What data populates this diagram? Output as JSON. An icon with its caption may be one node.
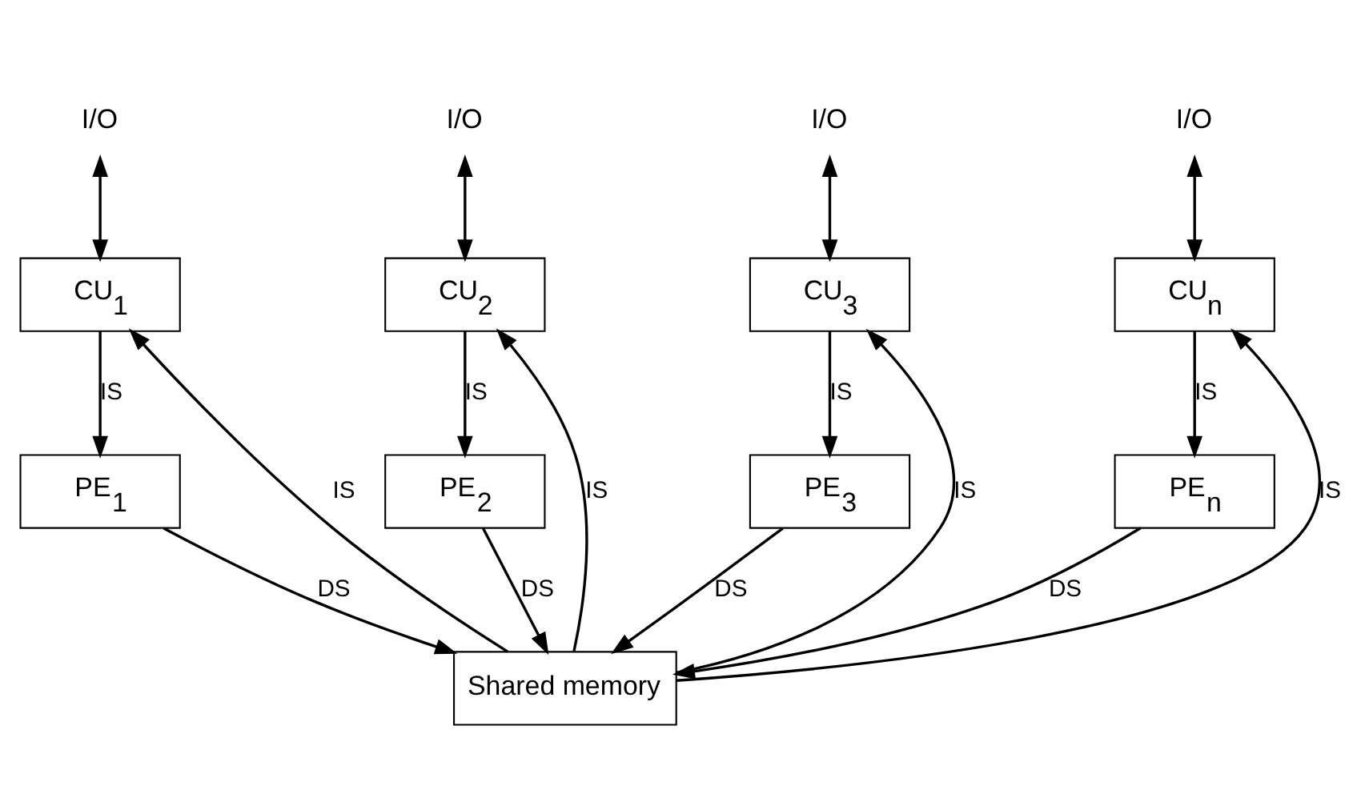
{
  "diagram": {
    "nodes": [
      {
        "text": [
          "I/O"
        ]
      },
      {
        "text": [
          "I/O"
        ]
      },
      {
        "text": [
          "I/O"
        ]
      },
      {
        "text": [
          "I/O"
        ]
      },
      {
        "text": [
          "CU$_{1}$"
        ]
      },
      {
        "text": [
          "CU$_{2}$"
        ]
      },
      {
        "text": [
          "CU$_{3}$"
        ]
      },
      {
        "text": [
          "CU$_{n}$"
        ]
      },
      {
        "text": [
          "PE$_{1}$"
        ]
      },
      {
        "text": [
          "PE$_{2}$"
        ]
      },
      {
        "text": [
          "PE$_{3}$"
        ]
      },
      {
        "text": [
          "PE$_{n}$"
        ]
      },
      {
        "text": [
          "Shared memory"
        ]
      }
    ],
    "edges": [
      {
        "from": 0,
        "to": 4,
        "arrow": "both"
      },
      {
        "from": 1,
        "to": 5,
        "arrow": "both"
      },
      {
        "from": 2,
        "to": 6,
        "arrow": "both"
      },
      {
        "from": 3,
        "to": 7,
        "arrow": "both"
      },
      {
        "from": 4,
        "to": 8,
        "arrow": "to",
        "label": "IS"
      },
      {
        "from": 5,
        "to": 9,
        "arrow": "to",
        "label": "IS"
      },
      {
        "from": 6,
        "to": 10,
        "arrow": "to",
        "label": "IS"
      },
      {
        "from": 7,
        "to": 11,
        "arrow": "to",
        "label": "IS"
      },
      {
        "from": 8,
        "to": 12,
        "arrow": "to",
        "label": "DS"
      },
      {
        "from": 9,
        "to": 12,
        "arrow": "to",
        "label": "DS"
      },
      {
        "from": 10,
        "to": 12,
        "arrow": "to",
        "label": "DS"
      },
      {
        "from": 11,
        "to": 12,
        "arrow": "to",
        "label": "DS"
      },
      {
        "from": 12,
        "to": 4,
        "arrow": "to",
        "label": "IS"
      },
      {
        "from": 12,
        "to": 5,
        "arrow": "to",
        "label": "IS"
      },
      {
        "from": 12,
        "to": 6,
        "arrow": "to",
        "label": "IS"
      },
      {
        "from": 12,
        "to": 7,
        "arrow": "to",
        "label": "IS"
      }
    ]
  }
}
